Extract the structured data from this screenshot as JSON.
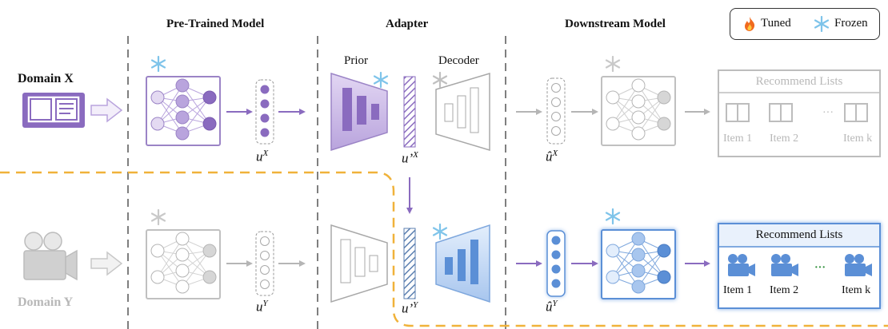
{
  "headers": {
    "pretrained": "Pre-Trained Model",
    "adapter": "Adapter",
    "downstream": "Downstream Model"
  },
  "legend": {
    "tuned_icon": "fire-icon",
    "tuned_label": "Tuned",
    "frozen_icon": "snowflake-icon",
    "frozen_label": "Frozen"
  },
  "domains": {
    "x_label": "Domain X",
    "y_label": "Domain Y",
    "x_icon": "book-icon",
    "y_icon": "movie-camera-icon"
  },
  "adapter_labels": {
    "prior": "Prior",
    "decoder": "Decoder"
  },
  "vectors": {
    "ux_base": "u",
    "ux_sup": "X",
    "uy_base": "u",
    "uy_sup": "Y",
    "uxp_base": "u’",
    "uxp_sup": "X",
    "uyp_base": "u’",
    "uyp_sup": "Y",
    "uxh_base": "û",
    "uxh_sup": "X",
    "uyh_base": "û",
    "uyh_sup": "Y"
  },
  "recommend_x": {
    "title": "Recommend Lists",
    "items": [
      "Item 1",
      "Item 2",
      "Item k"
    ],
    "ellipsis": "···"
  },
  "recommend_y": {
    "title": "Recommend Lists",
    "items": [
      "Item 1",
      "Item 2",
      "Item k"
    ],
    "ellipsis": "···"
  },
  "colors": {
    "purple": "#8a6bbf",
    "purple_light": "#b9a4dd",
    "blue": "#5b8fd6",
    "blue_light": "#a8c6ee",
    "gray": "#b5b5b5",
    "orange": "#f0b23a"
  }
}
